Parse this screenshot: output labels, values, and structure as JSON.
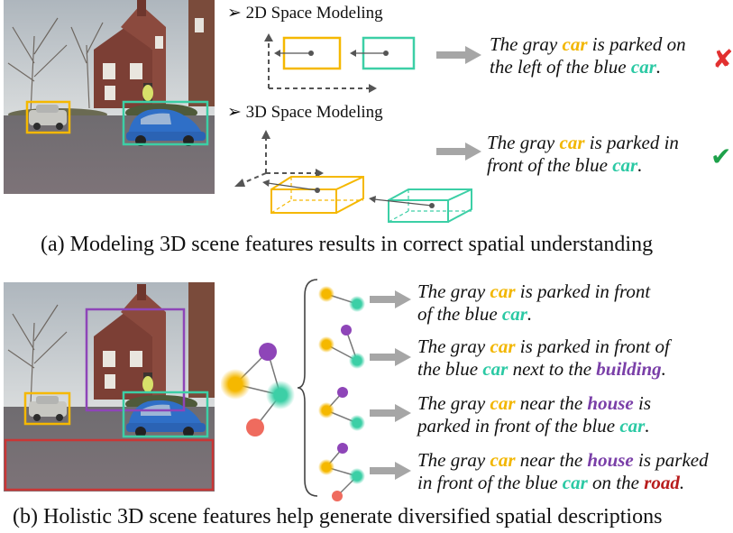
{
  "panel_a": {
    "heading_2d": "2D Space Modeling",
    "heading_3d": "3D Space Modeling",
    "sentence_2d": {
      "line1": [
        {
          "text": "The gray ",
          "kw": ""
        },
        {
          "text": "car",
          "kw": "car1"
        },
        {
          "text": " is parked on",
          "kw": ""
        }
      ],
      "line2": [
        {
          "text": "the left of the blue ",
          "kw": ""
        },
        {
          "text": "car",
          "kw": "car2"
        },
        {
          "text": ".",
          "kw": ""
        }
      ]
    },
    "sentence_3d": {
      "line1": [
        {
          "text": "The gray ",
          "kw": ""
        },
        {
          "text": "car",
          "kw": "car1"
        },
        {
          "text": " is parked in",
          "kw": ""
        }
      ],
      "line2": [
        {
          "text": "front of the blue ",
          "kw": ""
        },
        {
          "text": "car",
          "kw": "car2"
        },
        {
          "text": ".",
          "kw": ""
        }
      ]
    },
    "wrong_mark": "✘",
    "right_mark": "✔",
    "caption": "(a) Modeling 3D scene features results in correct spatial understanding"
  },
  "panel_b": {
    "descriptions": [
      {
        "line1": [
          {
            "text": "The gray ",
            "kw": ""
          },
          {
            "text": "car",
            "kw": "car1"
          },
          {
            "text": " is parked in front",
            "kw": ""
          }
        ],
        "line2": [
          {
            "text": "of the blue ",
            "kw": ""
          },
          {
            "text": "car",
            "kw": "car2"
          },
          {
            "text": ".",
            "kw": ""
          }
        ]
      },
      {
        "line1": [
          {
            "text": "The gray ",
            "kw": ""
          },
          {
            "text": "car",
            "kw": "car1"
          },
          {
            "text": " is parked in front of",
            "kw": ""
          }
        ],
        "line2": [
          {
            "text": "the blue ",
            "kw": ""
          },
          {
            "text": "car",
            "kw": "car2"
          },
          {
            "text": " next to the ",
            "kw": ""
          },
          {
            "text": "building",
            "kw": "house"
          },
          {
            "text": ".",
            "kw": ""
          }
        ]
      },
      {
        "line1": [
          {
            "text": "The gray ",
            "kw": ""
          },
          {
            "text": "car",
            "kw": "car1"
          },
          {
            "text": " near the ",
            "kw": ""
          },
          {
            "text": "house",
            "kw": "house"
          },
          {
            "text": " is",
            "kw": ""
          }
        ],
        "line2": [
          {
            "text": "parked in front of the blue ",
            "kw": ""
          },
          {
            "text": "car",
            "kw": "car2"
          },
          {
            "text": ".",
            "kw": ""
          }
        ]
      },
      {
        "line1": [
          {
            "text": "The gray ",
            "kw": ""
          },
          {
            "text": "car",
            "kw": "car1"
          },
          {
            "text": " near the ",
            "kw": ""
          },
          {
            "text": "house",
            "kw": "house"
          },
          {
            "text": " is parked",
            "kw": ""
          }
        ],
        "line2": [
          {
            "text": "in front of the blue ",
            "kw": ""
          },
          {
            "text": "car",
            "kw": "car2"
          },
          {
            "text": " on the ",
            "kw": ""
          },
          {
            "text": "road",
            "kw": "road"
          },
          {
            "text": ".",
            "kw": ""
          }
        ]
      }
    ],
    "caption": "(b) Holistic 3D scene features help generate diversified spatial descriptions"
  },
  "colors": {
    "gray_car": "#f5b800",
    "blue_car": "#3ccfa6",
    "house": "#8e45b8",
    "road": "#c93636",
    "arrow": "#a6a6a6",
    "axis": "#555555"
  }
}
